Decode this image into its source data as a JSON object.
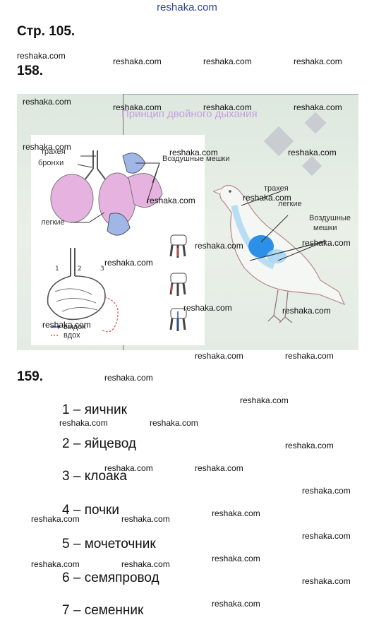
{
  "site": "reshaka.com",
  "page_heading": "Стр. 105.",
  "task_158": "158.",
  "task_159": "159.",
  "figure": {
    "title": "Принцип двойного дыхания",
    "left_labels": {
      "trachea": "трахея",
      "bronchi": "бронхи",
      "air_sacs": "Воздушные мешки",
      "lungs": "легкие",
      "exhale": "выдох",
      "inhale": "вдох"
    },
    "bird_labels": {
      "trachea": "трахея",
      "lungs": "легкие",
      "air_sacs_1": "Воздушные",
      "air_sacs_2": "мешки"
    },
    "diagram_numbers": [
      "1",
      "2",
      "3"
    ],
    "colors": {
      "lung_pink": "#e6b3e0",
      "sac_blue": "#9fb6e6",
      "lung_blue": "#2c8fe8",
      "title_violet": "#c79ee0"
    }
  },
  "answers": [
    "1 – яичник",
    "2 – яйцевод",
    "3 – клоака",
    "4 – почки",
    "5 – мочеточник",
    "6 – семяпровод",
    "7 – семенник"
  ]
}
